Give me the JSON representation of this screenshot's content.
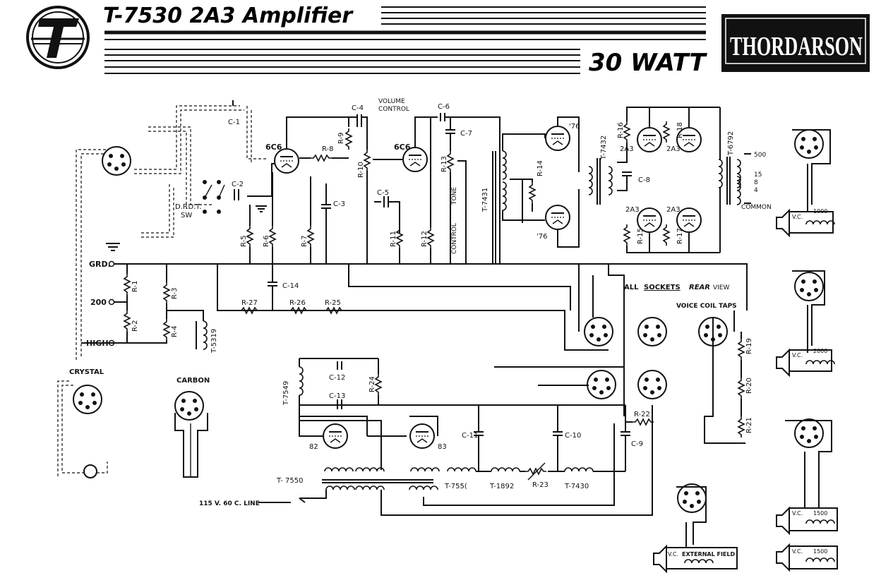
{
  "header": {
    "title": "T-7530 2A3 Amplifier",
    "power": "30 WATT",
    "brand": "THORDARSON",
    "logo_letter": "T"
  },
  "tubes": {
    "preamp_1": "6C6",
    "preamp_2": "6C6",
    "driver_top": "'76",
    "driver_bottom": "'76",
    "out_1": "2A3",
    "out_2": "2A3",
    "out_3": "2A3",
    "out_4": "2A3",
    "rect_1": "82",
    "rect_2": "83"
  },
  "labels": {
    "volume": "VOLUME",
    "control": "CONTROL",
    "tone": "TONE",
    "tone_control": "CONTROL",
    "dpdt": "D.P.D.T.",
    "sw": "SW",
    "grd": "GRD.",
    "v200": "200",
    "high": "HIGH",
    "crystal": "CRYSTAL",
    "carbon": "CARBON",
    "all": "ALL",
    "sockets": "SOCKETS",
    "rear": "REAR",
    "view": "VIEW",
    "voice_coil_taps": "VOICE COIL TAPS",
    "line": "115 V. 60 C. LINE",
    "common": "COMMON",
    "tap_500": "500",
    "tap_15": "15",
    "tap_8": "8",
    "tap_4": "4",
    "external_field": "EXTERNAL FIELD",
    "vc": "V.C.",
    "f1000": "1000",
    "f2000": "2000",
    "f1500a": "1500",
    "f1500b": "1500"
  },
  "transformers": {
    "t7431": "T-7431",
    "t7432": "T-7432",
    "t6792": "T-6792",
    "t5319": "T-5319",
    "t7549": "T-7549",
    "t7550": "T- 7550",
    "t7551": "T-755(",
    "t1892": "T-1892",
    "t7430": "T-7430"
  },
  "resistors": {
    "r1": "R-1",
    "r2": "R-2",
    "r3": "R-3",
    "r4": "R-4",
    "r5": "R-5",
    "r6": "R-6",
    "r7": "R-7",
    "r8": "R-8",
    "r9": "R-9",
    "r10": "R-10",
    "r11": "R-11",
    "r12": "R-12",
    "r13": "R-13",
    "r14": "R-14",
    "r15": "R-15",
    "r16": "R-16",
    "r17": "R-17",
    "r18": "R-18",
    "r19": "R-19",
    "r20": "R-20",
    "r21": "R-21",
    "r22": "R-22",
    "r23": "R-23",
    "r24": "R-24",
    "r25": "R-25",
    "r26": "R-26",
    "r27": "R-27"
  },
  "capacitors": {
    "c1": "C-1",
    "c2": "C-2",
    "c3": "C-3",
    "c4": "C-4",
    "c5": "C-5",
    "c6": "C-6",
    "c7": "C-7",
    "c8": "C-8",
    "c9": "C-9",
    "c10": "C-10",
    "c11": "C-11",
    "c12": "C-12",
    "c13": "C-13",
    "c14": "C-14"
  }
}
